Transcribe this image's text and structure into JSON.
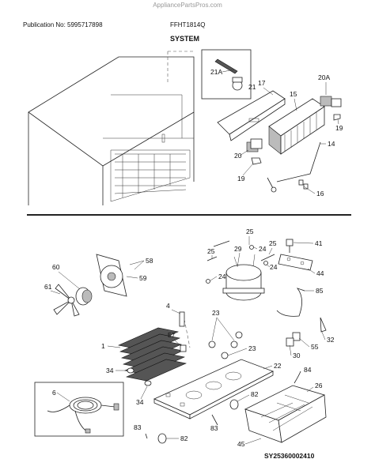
{
  "header": {
    "watermark": "AppliancePartsPros.com",
    "publication": "Publication No: 5995717898",
    "model": "FFHT1814Q",
    "section": "SYSTEM"
  },
  "footer": {
    "diagram_code": "SY25360002410"
  },
  "callouts": {
    "c21A": "21A",
    "c21": "21",
    "c17": "17",
    "c15": "15",
    "c20A": "20A",
    "c19a": "19",
    "c14": "14",
    "c20": "20",
    "c19b": "19",
    "c16": "16",
    "c25a": "25",
    "c25b": "25",
    "c29": "29",
    "c24a": "24",
    "c25c": "25",
    "c41": "41",
    "c24b": "24",
    "c44": "44",
    "c24c": "24",
    "c58": "58",
    "c59": "59",
    "c60": "60",
    "c61": "61",
    "c4": "4",
    "c85": "85",
    "c23a": "23",
    "c23b": "23",
    "c57": "57",
    "c1": "1",
    "c32": "32",
    "c55": "55",
    "c30": "30",
    "c22": "22",
    "c34a": "34",
    "c84": "84",
    "c6": "6",
    "c34b": "34",
    "c26": "26",
    "c82a": "82",
    "c83a": "83",
    "c83b": "83",
    "c82b": "82",
    "c45": "45"
  }
}
